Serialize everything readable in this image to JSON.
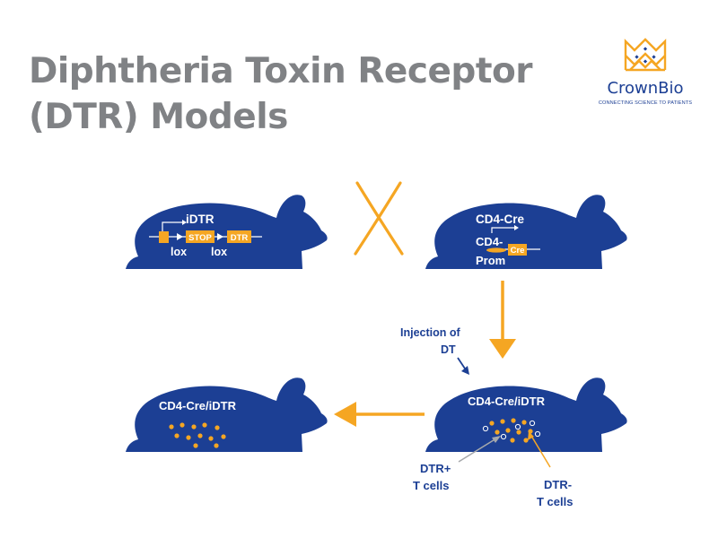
{
  "title": {
    "line1": "Diphtheria Toxin Receptor",
    "line2": "(DTR) Models"
  },
  "logo": {
    "name": "CrownBio",
    "tagline": "CONNECTING SCIENCE TO PATIENTS"
  },
  "mouse_idtr": {
    "label": "iDTR",
    "stop_box": "STOP",
    "dtr_box": "DTR",
    "lox1": "lox",
    "lox2": "lox"
  },
  "mouse_cd4cre": {
    "label": "CD4-Cre",
    "prom_line1": "CD4-",
    "prom_line2": "Prom",
    "cre_box": "Cre"
  },
  "cross_symbol": "cross",
  "injection": {
    "line1": "Injection of",
    "line2": "DT"
  },
  "mouse_cross_result": {
    "label": "CD4-Cre/iDTR",
    "dtr_plus_line1": "DTR+",
    "dtr_plus_line2": "T cells",
    "dtr_minus_line1": "DTR-",
    "dtr_minus_line2": "T cells"
  },
  "mouse_depleted": {
    "label": "CD4-Cre/iDTR"
  },
  "colors": {
    "mouse": "#1c3f94",
    "accent": "#f5a623",
    "title_gray": "#808285"
  }
}
